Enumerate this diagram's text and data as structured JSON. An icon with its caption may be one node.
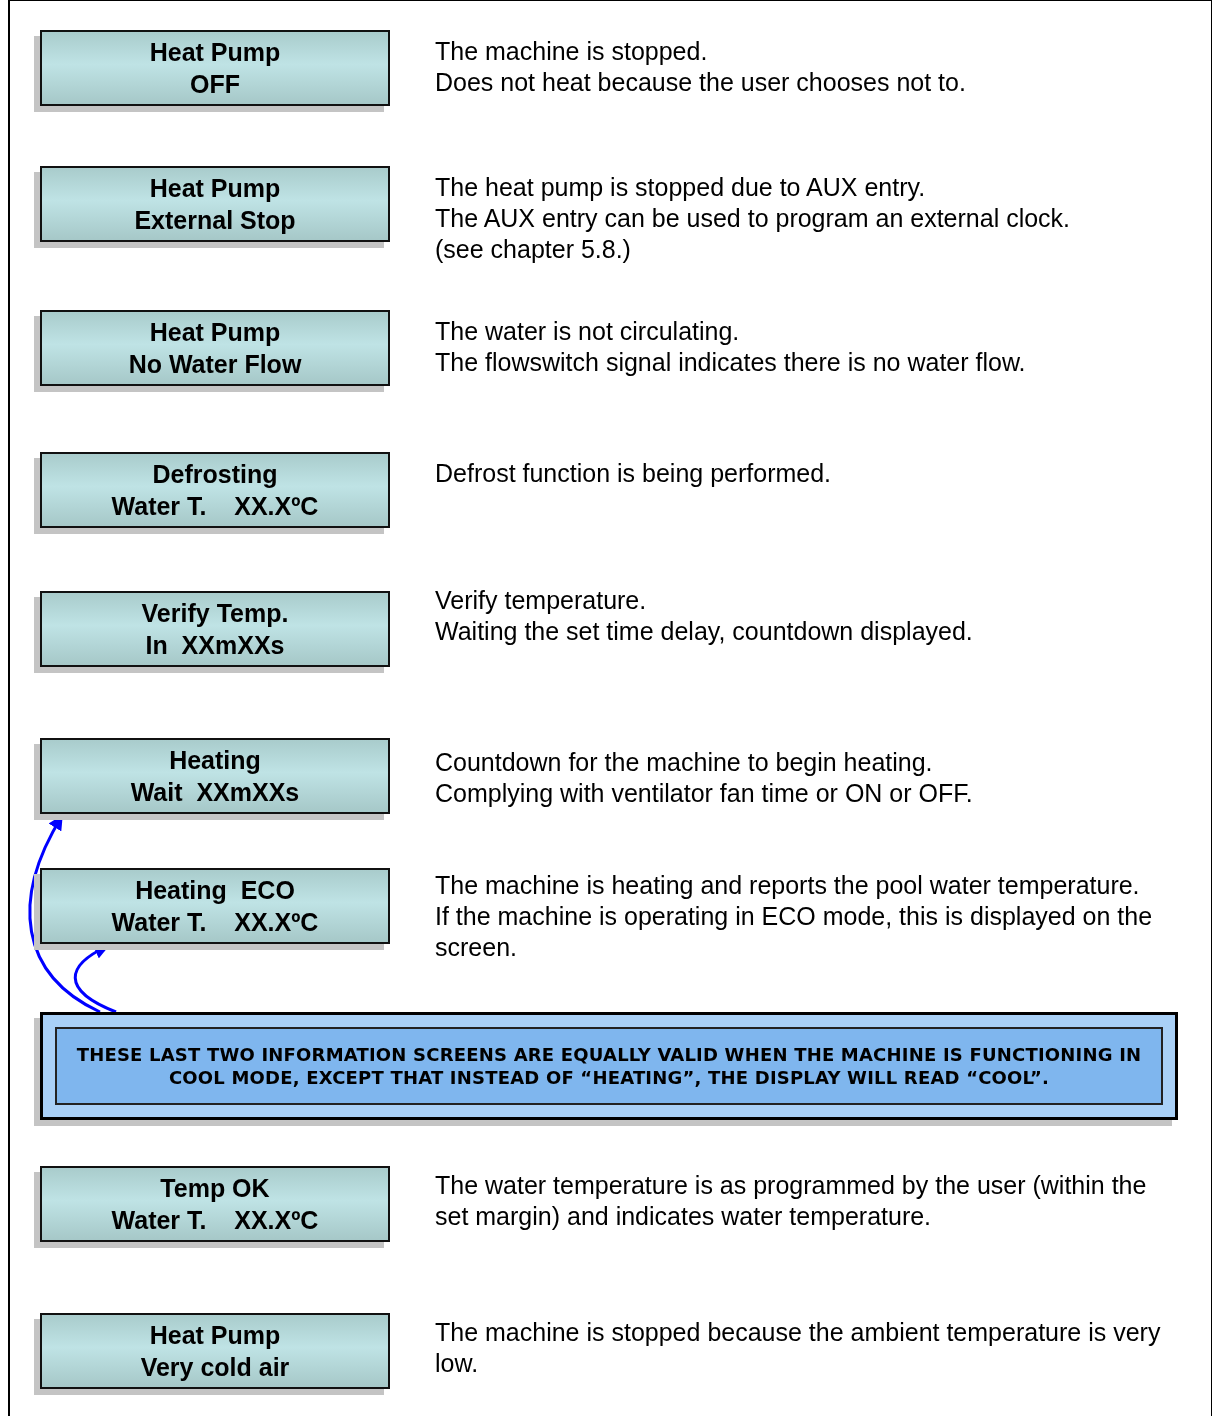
{
  "diagram": {
    "nodes": [
      {
        "text": [
          "Heat Pump",
          "OFF"
        ],
        "beside": [
          "The machine is stopped.",
          "Does not heat because the user chooses not to."
        ]
      },
      {
        "text": [
          "Heat Pump",
          "External Stop"
        ],
        "beside": [
          "The heat pump is stopped due to AUX entry.",
          "The AUX entry can be used to program an external clock.",
          "(see chapter 5.8.)"
        ]
      },
      {
        "text": [
          "Heat Pump",
          "No Water Flow"
        ],
        "beside": [
          "The water is not circulating.",
          "The flowswitch signal indicates there is no water flow."
        ]
      },
      {
        "text": [
          "Defrosting",
          "Water T.    XX.XºC"
        ],
        "beside": [
          "Defrost function is being performed."
        ]
      },
      {
        "text": [
          "Verify Temp.",
          "In  XXmXXs"
        ],
        "beside": [
          "Verify temperature.",
          "Waiting the set time delay, countdown displayed."
        ]
      },
      {
        "text": [
          "Heating",
          "Wait  XXmXXs"
        ],
        "beside": [
          "Countdown for the machine to begin heating.",
          "Complying with ventilator fan time or ON or OFF."
        ]
      },
      {
        "text": [
          "Heating  ECO",
          "Water T.    XX.XºC"
        ],
        "beside": [
          "The machine is heating and reports the pool water temperature.",
          "If the machine is operating in ECO mode, this is displayed on the screen."
        ]
      },
      {
        "text": [
          "THESE LAST TWO INFORMATION SCREENS ARE EQUALLY VALID WHEN THE MACHINE IS FUNCTIONING IN COOL MODE, EXCEPT THAT INSTEAD OF “HEATING”, THE DISPLAY WILL READ “COOL”."
        ]
      },
      {
        "text": [
          "Temp OK",
          "Water T.    XX.XºC"
        ],
        "beside": [
          "The water temperature is as programmed by the user (within the set margin) and indicates water temperature."
        ]
      },
      {
        "text": [
          "Heat Pump",
          "Very cold air"
        ],
        "beside": [
          "The machine is stopped because the ambient temperature is very low."
        ]
      }
    ],
    "edges": [
      {
        "from": 7,
        "to": 6,
        "arrow": "to"
      },
      {
        "from": 7,
        "to": 5,
        "arrow": "to"
      }
    ]
  }
}
